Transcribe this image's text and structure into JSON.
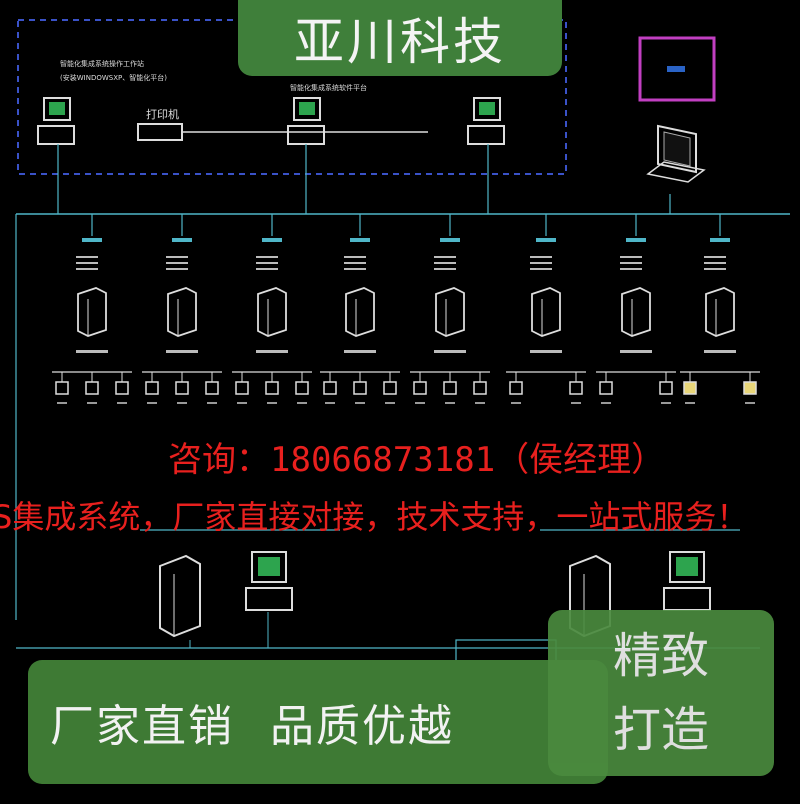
{
  "brand": "亚川科技",
  "consult_line": "咨询：18066873181（侯经理）",
  "slogan_line": "S集成系统，厂家直接对接，技术支持，一站式服务！",
  "bottom_banner": {
    "left": "厂家直销",
    "right": "品质优越"
  },
  "badge": {
    "line1": "精致",
    "line2": "打造"
  },
  "diagram": {
    "workstation_group_label": "智能化集成系统操作工作站",
    "workstation_group_sub": "(安装WINDOWSXP、智能化平台)",
    "printer_label": "打印机",
    "center_label": "智能化集成系统软件平台"
  },
  "colors": {
    "bg": "#000000",
    "line": "#4fb6c8",
    "accent_red": "#e8201e",
    "green": "#3f7f3a",
    "magenta": "#c23fc2"
  }
}
